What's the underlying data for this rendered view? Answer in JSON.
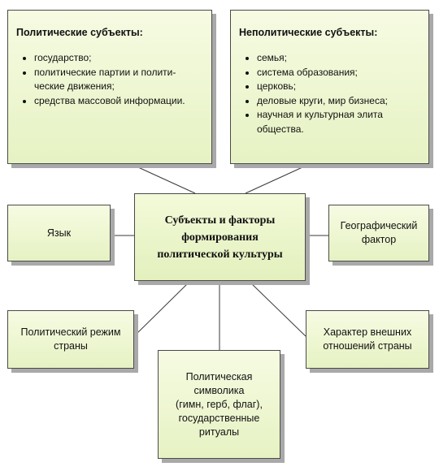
{
  "political": {
    "title": "Политические субъекты:",
    "items": [
      "государство;",
      "политические партии и полити-\nческие движения;",
      "средства массовой информации."
    ]
  },
  "nonpolitical": {
    "title": "Неполитические субъекты:",
    "items": [
      "семья;",
      "система образования;",
      "церковь;",
      "деловые круги, мир бизнеса;",
      "научная и культурная элита\nобщества."
    ]
  },
  "center": {
    "label": "Субъекты и факторы\nформирования\nполитической культуры"
  },
  "language": {
    "label": "Язык"
  },
  "geography": {
    "label": "Географический\nфактор"
  },
  "regime": {
    "label": "Политический режим\nстраны"
  },
  "external": {
    "label": "Характер внешних\nотношений страны"
  },
  "symbols": {
    "label": "Политическая\nсимволика\n(гимн, герб, флаг),\nгосударственные\nритуалы"
  }
}
